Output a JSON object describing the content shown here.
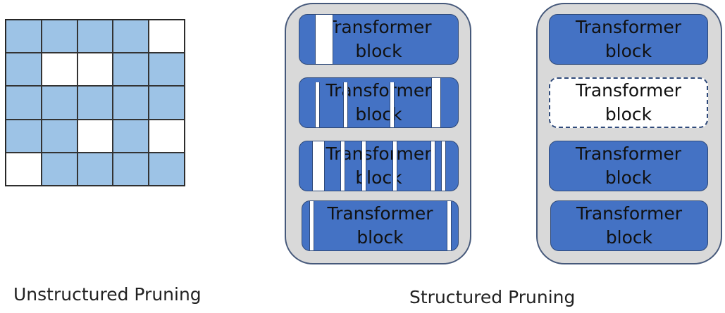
{
  "unstructured": {
    "caption": "Unstructured Pruning",
    "grid": [
      [
        1,
        1,
        1,
        1,
        0
      ],
      [
        1,
        0,
        0,
        1,
        1
      ],
      [
        1,
        1,
        1,
        1,
        1
      ],
      [
        1,
        1,
        0,
        1,
        0
      ],
      [
        0,
        1,
        1,
        1,
        1
      ]
    ]
  },
  "structured": {
    "caption": "Structured Pruning",
    "block_label": "Transformer\nblock",
    "colors": {
      "block": "#4472c4",
      "panel": "#d9d9d9",
      "cell": "#9dc3e6"
    }
  }
}
